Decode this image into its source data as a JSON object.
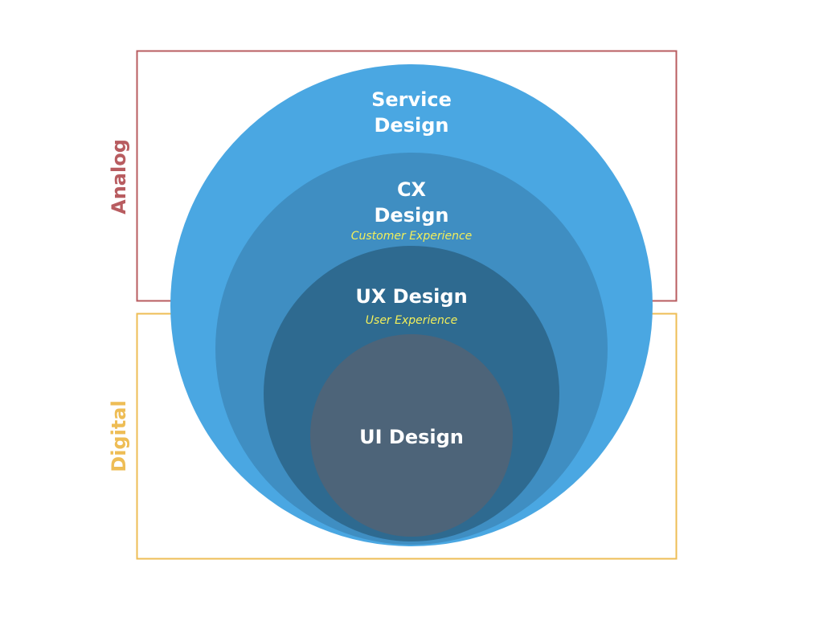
{
  "colors": {
    "analog": "#b85c60",
    "digital": "#eebd55",
    "service": "#4aa7e2",
    "cx": "#3f8ec2",
    "ux": "#2e6a90",
    "ui": "#4d6479",
    "subtitle": "#f2ee5a"
  },
  "regions": {
    "analog": "Analog",
    "digital": "Digital"
  },
  "circles": {
    "service": {
      "line1": "Service",
      "line2": "Design"
    },
    "cx": {
      "line1": "CX",
      "line2": "Design",
      "subtitle": "Customer Experience"
    },
    "ux": {
      "line1": "UX Design",
      "subtitle": "User Experience"
    },
    "ui": {
      "line1": "UI Design"
    }
  }
}
